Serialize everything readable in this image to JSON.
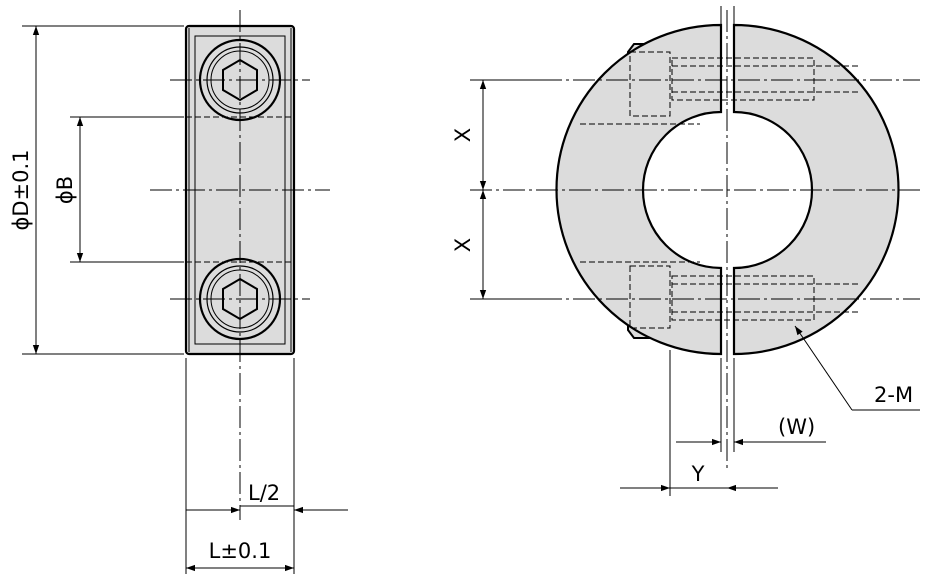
{
  "labels": {
    "diameter_D": "ϕD±0.1",
    "diameter_B": "ϕB",
    "half_length": "L/2",
    "length": "L±0.1",
    "offset_x_upper": "X",
    "offset_x_lower": "X",
    "slit_width": "(W)",
    "screw_offset": "Y",
    "screw_callout": "2-M"
  }
}
